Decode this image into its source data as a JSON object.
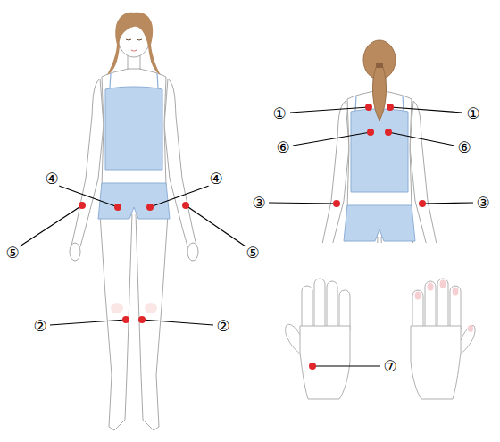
{
  "diagram": {
    "labels": [
      "①",
      "①",
      "⑥",
      "⑥",
      "④",
      "④",
      "③",
      "③",
      "⑤",
      "⑤",
      "②",
      "②",
      "⑦"
    ]
  }
}
